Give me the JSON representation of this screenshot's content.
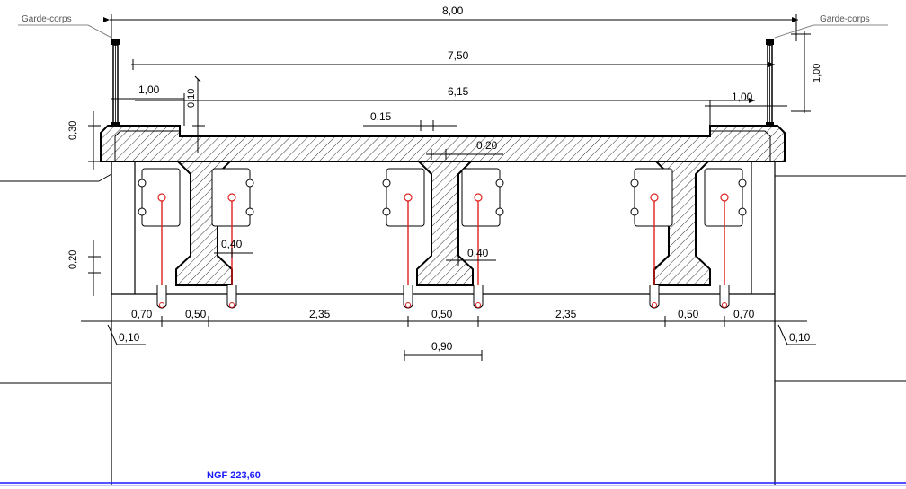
{
  "drawing": {
    "labels": {
      "guardrail_left": "Garde-corps",
      "guardrail_right": "Garde-corps",
      "elevation": "NGF 223,60"
    },
    "dimensions": {
      "total_width": "8,00",
      "roadway_width": "7,50",
      "inner_width": "6,15",
      "curb_left": "1,00",
      "curb_right": "1,00",
      "curb_step": "0,10",
      "slab_thickness": "0,30",
      "guardrail_height": "1,00",
      "gap_between_beams": "0,15",
      "web_thickness": "0,20",
      "bottom_flange_left": "0,40",
      "bottom_flange_center": "0,40",
      "bearing_height": "0,20",
      "edge_left": "0,70",
      "bearing_left": "0,50",
      "span_left": "2,35",
      "bearing_center": "0,50",
      "span_right": "2,35",
      "bearing_right": "0,50",
      "edge_right": "0,70",
      "offset_left": "0,10",
      "offset_right": "0,10",
      "center_support": "0,90"
    },
    "colors": {
      "line": "#000000",
      "anchor": "#e02020",
      "ground": "#1a1aff",
      "hatch": "#000000"
    }
  }
}
